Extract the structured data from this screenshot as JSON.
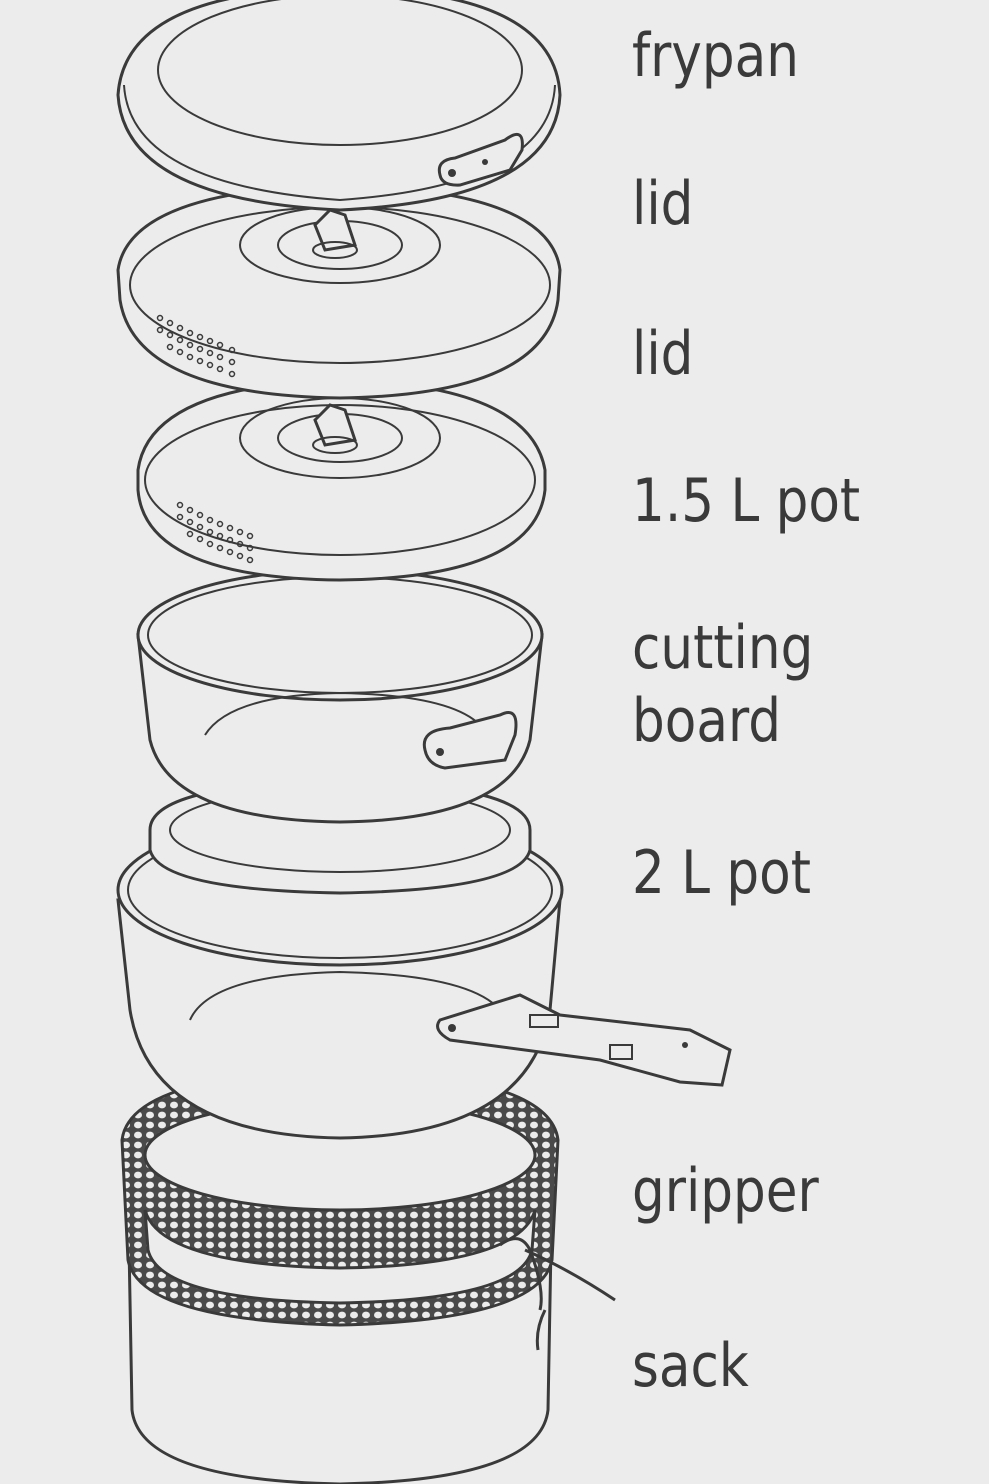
{
  "labels": {
    "frypan": "frypan",
    "lid_1": "lid",
    "lid_2": "lid",
    "pot_small": "1.5 L pot",
    "cutting_board_line1": "cutting",
    "cutting_board_line2": "board",
    "pot_large": "2 L pot",
    "gripper": "gripper",
    "sack": "sack"
  },
  "colors": {
    "background": "#ececec",
    "ink": "#3a3a3a"
  }
}
